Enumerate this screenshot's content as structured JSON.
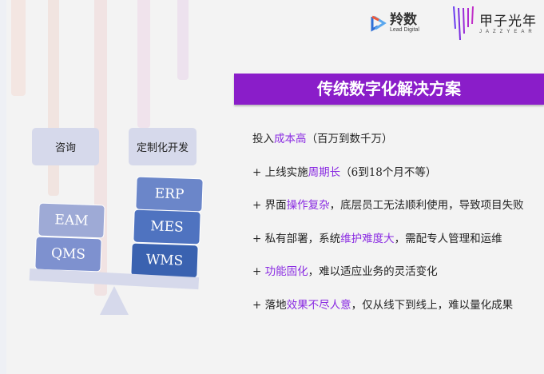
{
  "logos": {
    "lingshu": {
      "name": "羚数",
      "sub": "Lead Digital"
    },
    "jazzyear": {
      "name": "甲子光年",
      "sub": "JAZZYEAR"
    }
  },
  "title": "传统数字化解决方案",
  "accent_color": "#8a1dc9",
  "points": [
    {
      "prefix": "",
      "pre": "投入",
      "hl": "成本高",
      "post": "（百万到数千万）"
    },
    {
      "prefix": "+ ",
      "pre": "上线实施",
      "hl": "周期长",
      "post": "（6到18个月不等）"
    },
    {
      "prefix": "+ ",
      "pre": "界面",
      "hl": "操作复杂",
      "post": "，底层员工无法顺利使用，导致项目失败"
    },
    {
      "prefix": "+  ",
      "pre": "私有部署，系统",
      "hl": "维护难度大",
      "post": "，需配专人管理和运维"
    },
    {
      "prefix": "+ ",
      "pre": "",
      "hl": "功能固化",
      "post": "，难以适应业务的灵活变化"
    },
    {
      "prefix": "+ ",
      "pre": "落地",
      "hl": "效果不尽人意",
      "post": "，仅从线下到线上，难以量化成果"
    }
  ],
  "scale": {
    "left_label": "咨询",
    "right_label": "定制化开发",
    "left_blocks": [
      "EAM",
      "QMS"
    ],
    "right_blocks": [
      "ERP",
      "MES",
      "WMS"
    ]
  }
}
